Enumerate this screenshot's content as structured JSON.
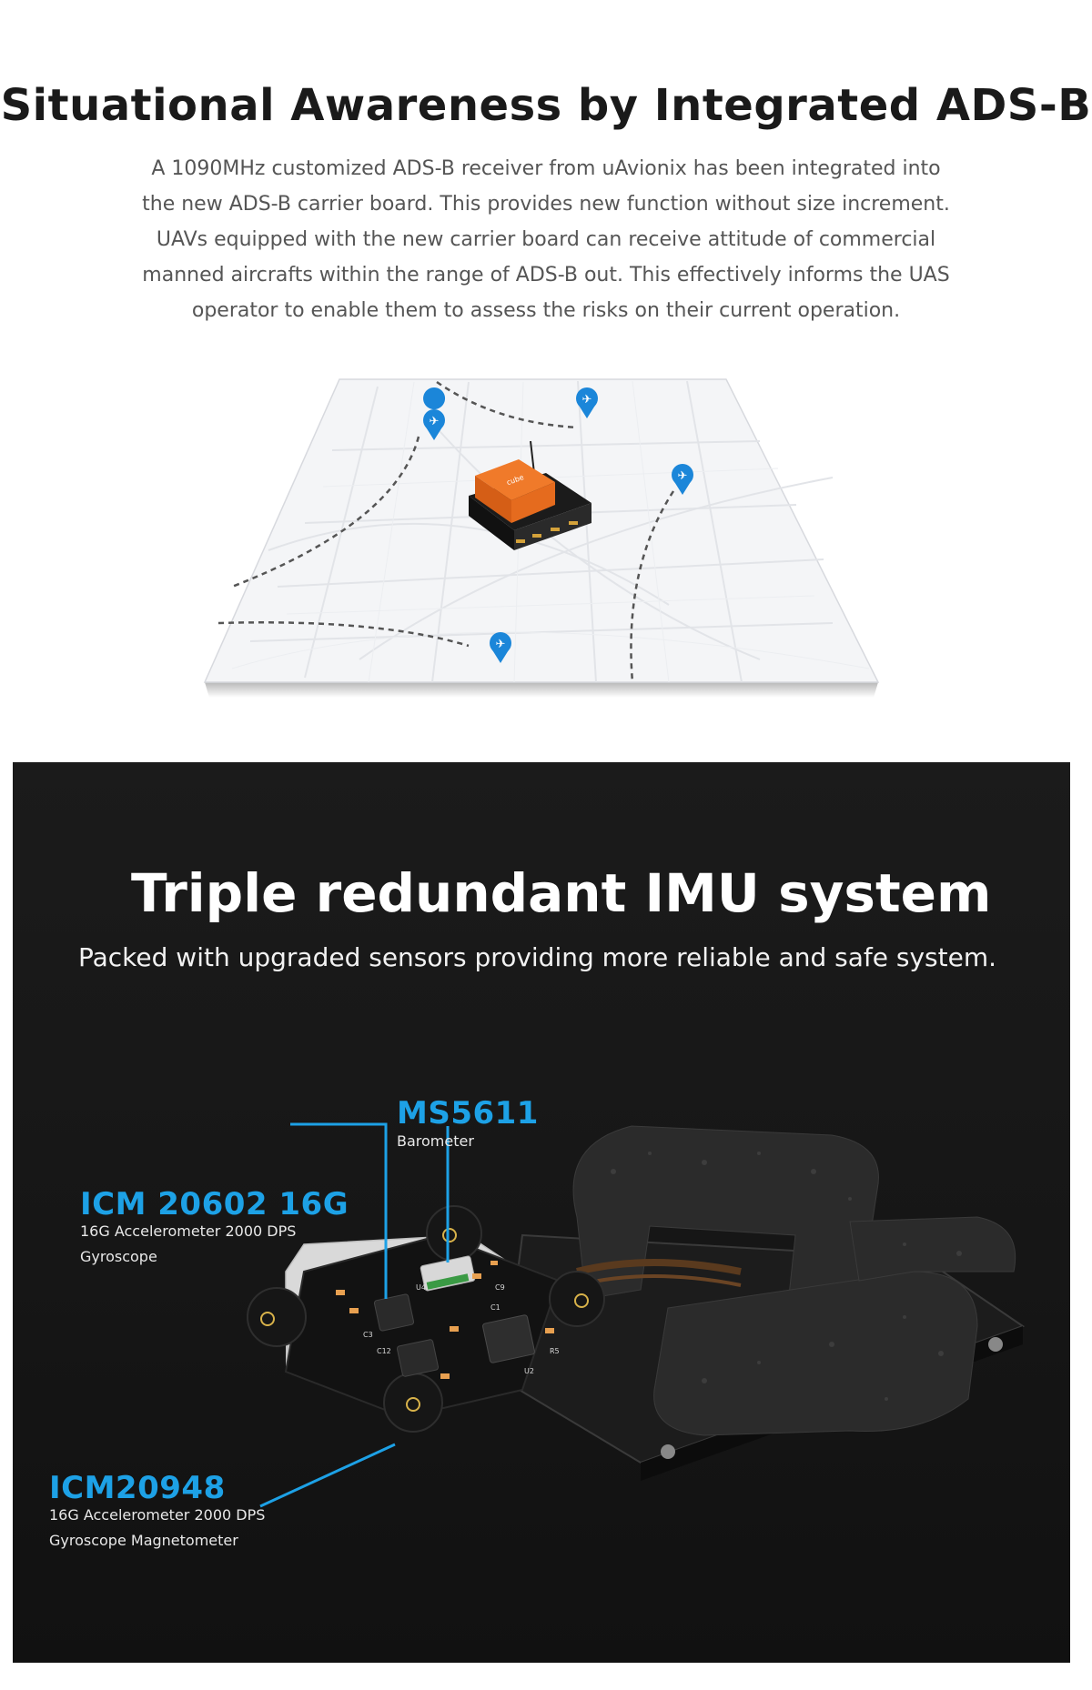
{
  "ads_section": {
    "title": "Situational Awareness by Integrated ADS-B",
    "description": "A 1090MHz customized ADS-B receiver from uAvionix has been integrated into the new ADS-B carrier board. This provides new function without size increment. UAVs equipped with the new carrier board can receive attitude of commercial manned aircrafts within the range of ADS-B out. This effectively informs the UAS operator to enable them to assess the risks on their current operation.",
    "map_icons": [
      "airplane-pin-icon",
      "airplane-pin-icon",
      "airplane-pin-icon",
      "airplane-pin-icon"
    ],
    "device_label": "cube"
  },
  "imu_section": {
    "title": "Triple redundant IMU system",
    "subtitle": "Packed with upgraded sensors providing more reliable and safe system.",
    "sensors": [
      {
        "name": "MS5611",
        "desc_lines": [
          "Barometer"
        ]
      },
      {
        "name": "ICM 20602 16G",
        "desc_lines": [
          "16G Accelerometer 2000 DPS",
          "Gyroscope"
        ]
      },
      {
        "name": "ICM20948",
        "desc_lines": [
          "16G Accelerometer 2000 DPS",
          "Gyroscope Magnetometer"
        ]
      }
    ],
    "board_labels": [
      "U4",
      "C9",
      "C3",
      "C12",
      "U2",
      "C1",
      "R5"
    ]
  },
  "colors": {
    "accent": "#1da1e6",
    "dark_bg": "#161616",
    "title_dark": "#1a1a1a",
    "body_gray": "#555555",
    "device_orange": "#f07a2a"
  }
}
